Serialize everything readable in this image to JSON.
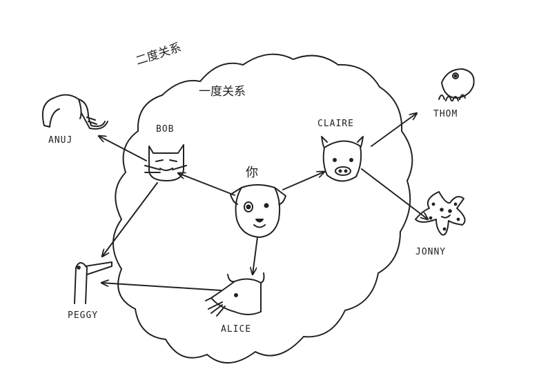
{
  "labels": {
    "second_degree": "二度关系",
    "first_degree": "一度关系",
    "you": "你",
    "bob": "BOB",
    "claire": "CLAIRE",
    "thom": "THOM",
    "anuj": "ANUJ",
    "jonny": "JONNY",
    "peggy": "PEGGY",
    "alice": "ALICE"
  },
  "icons": {
    "you": "dog-icon",
    "bob": "cat-icon",
    "claire": "pig-icon",
    "alice": "rat-icon",
    "anuj": "elephant-icon",
    "peggy": "bird-icon",
    "thom": "octopus-icon",
    "jonny": "starfish-icon"
  },
  "colors": {
    "ink": "#222222",
    "background": "#ffffff"
  }
}
